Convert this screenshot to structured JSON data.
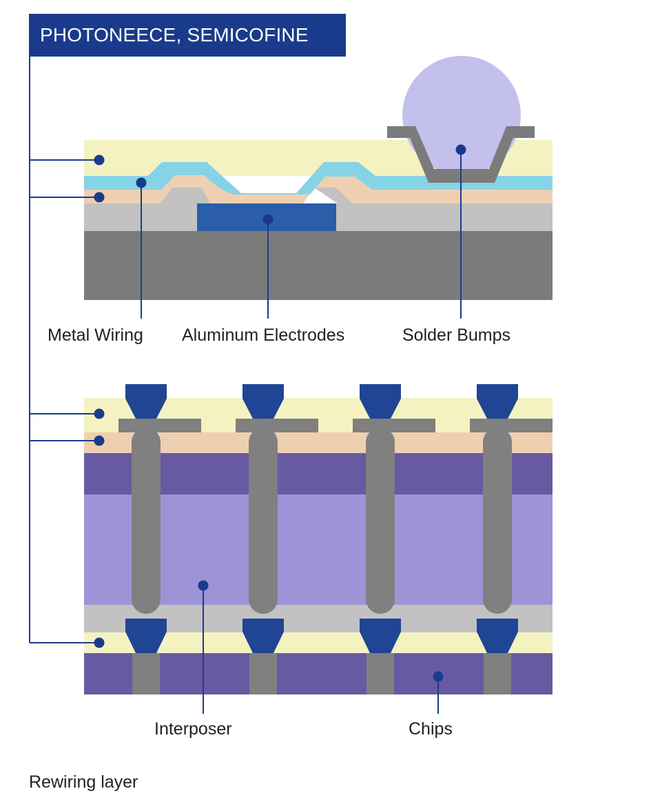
{
  "header": {
    "title": "PHOTONEECE, SEMICOFINE"
  },
  "top_diagram": {
    "labels": {
      "metal_wiring": "Metal Wiring",
      "aluminum_electrodes": "Aluminum Electrodes",
      "solder_bumps": "Solder Bumps"
    }
  },
  "bottom_diagram": {
    "labels": {
      "interposer": "Interposer",
      "chips": "Chips"
    }
  },
  "caption": "Rewiring layer",
  "colors": {
    "brand_blue": "#1a3b8c",
    "cream_layer": "#f5f2c2",
    "peach_layer": "#eed0b0",
    "light_blue_wiring": "#86d3e6",
    "light_gray": "#c2c2c2",
    "dark_gray": "#7b7b7b",
    "electrode_blue": "#2a5ea8",
    "solder_lavender": "#c3c0ee",
    "dark_purple": "#685aa2",
    "light_purple": "#9c94d6",
    "pillar_gray": "#808080",
    "via_blue": "#1f4594"
  }
}
